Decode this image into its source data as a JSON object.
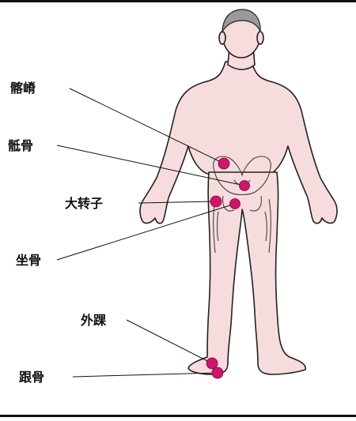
{
  "labels": {
    "iliac_crest": "髂嵴",
    "sacrum": "骶骨",
    "greater_trochanter": "大转子",
    "ischium": "坐骨",
    "lateral_malleolus": "外踝",
    "calcaneus": "跟骨"
  },
  "colors": {
    "skin": "#f6dcdc",
    "outline": "#222222",
    "marker": "#d1146b",
    "leader": "#111111",
    "hair": "#9a9a9a"
  }
}
